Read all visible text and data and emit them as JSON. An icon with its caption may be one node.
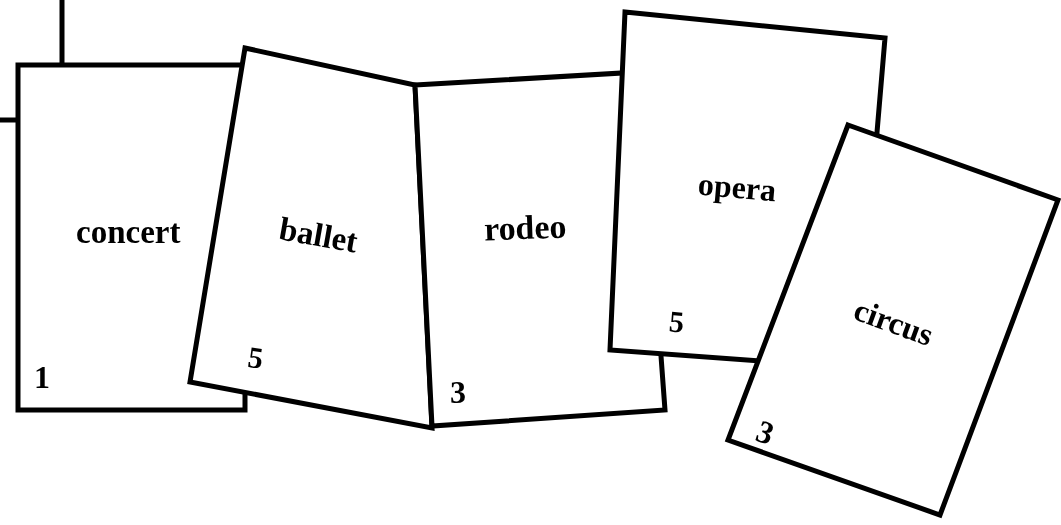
{
  "diagram": {
    "nodes": [
      {
        "text": [],
        "shape": "box"
      },
      {
        "text": [
          "concert",
          "1"
        ]
      },
      {
        "text": [
          "ballet",
          "5"
        ]
      },
      {
        "text": [
          "rodeo",
          "3"
        ]
      },
      {
        "text": [
          "opera",
          "5"
        ]
      },
      {
        "text": [
          "circus",
          "3"
        ]
      }
    ]
  }
}
